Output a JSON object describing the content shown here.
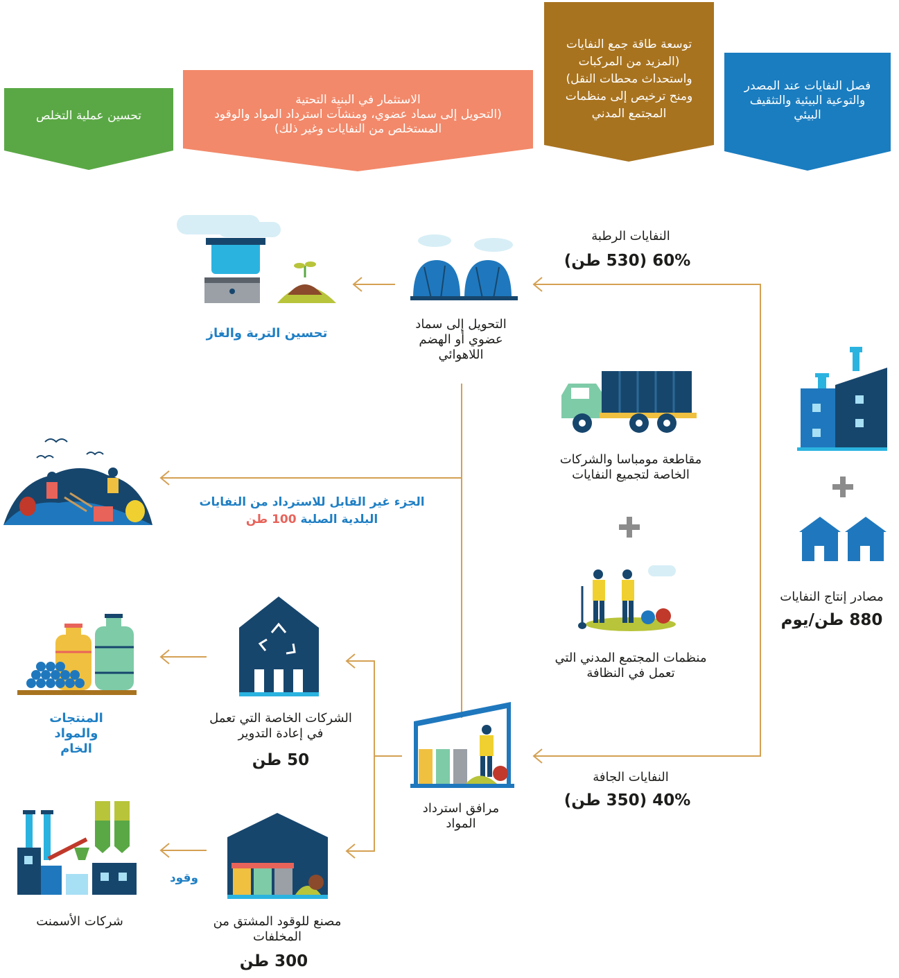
{
  "banners": {
    "blue": "فصل النفايات عند المصدر والتوعية البيئية والتثقيف البيئي",
    "brown": "توسعة طاقة جمع النفايات (المزيد من المركبات واستحداث محطات النقل) ومنح ترخيص إلى منظمات المجتمع المدني",
    "orange_title": "الاستثمار في البنية التحتية",
    "orange_body": "(التحويل إلى سماد عضوي، ومنشآت استرداد المواد والوقود المستخلص من النفايات وغير ذلك)",
    "green": "تحسين عملية التخلص"
  },
  "sources": {
    "label": "مصادر إنتاج النفايات",
    "amount": "880 طن/يوم"
  },
  "wet": {
    "label": "النفايات الرطبة",
    "amount": "60% (530 طن)"
  },
  "dry": {
    "label": "النفايات الجافة",
    "amount": "40% (350 طن)"
  },
  "collectors": {
    "county": "مقاطعة مومباسا والشركات الخاصة لتجميع النفايات",
    "cso": "منظمات المجتمع المدني التي تعمل في النظافة"
  },
  "composting": "التحويل إلى سماد عضوي أو الهضم اللاهوائي",
  "soil_gas": "تحسين التربة والغاز",
  "residual": {
    "line1": "الجزء غير القابل للاسترداد من النفايات",
    "line2_prefix": "البلدية الصلبة",
    "line2_amount": "100 طن"
  },
  "mrf": "مرافق استرداد المواد",
  "recyclers": {
    "label": "الشركات الخاصة التي تعمل في إعادة التدوير",
    "amount": "50 طن"
  },
  "products": "المنتجات والمواد الخام",
  "rdf": {
    "label": "مصنع للوقود المشتق من المخلفات",
    "amount": "300 طن"
  },
  "fuel": "وقود",
  "cement": "شركات الأسمنت",
  "colors": {
    "blue": "#1a7dc0",
    "brown": "#a8731f",
    "orange": "#f2896a",
    "green": "#5aa845",
    "line": "#d4a052",
    "navy": "#17466d"
  }
}
